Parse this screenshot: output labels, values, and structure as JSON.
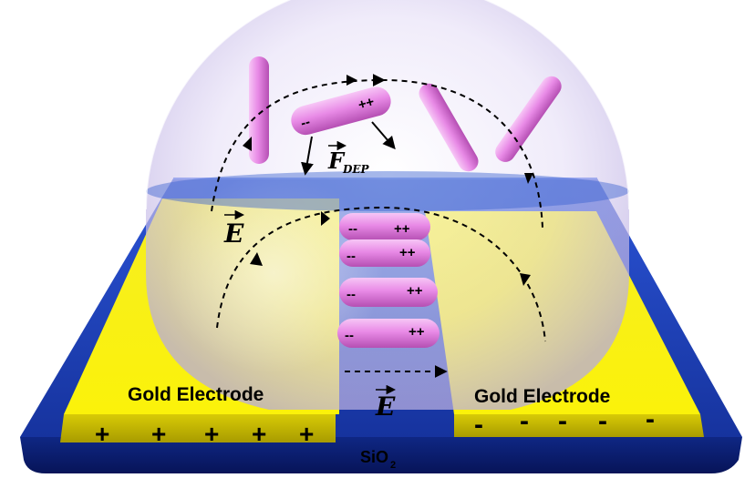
{
  "labels": {
    "left_electrode": "Gold Electrode",
    "right_electrode": "Gold Electrode",
    "substrate": "SiO",
    "substrate_subscript": "2",
    "force_symbol": "F",
    "force_subscript": "DEP",
    "field_upper": "E",
    "field_gap": "E"
  },
  "charges": {
    "positive_sign": "+",
    "negative_sign": "-",
    "rod_positive": "++",
    "rod_negative": "--"
  },
  "colors": {
    "substrate": "#1d3fb4",
    "electrode": "#fbf20a",
    "nanorod": "#e88ae6",
    "droplet": "#d6cdf0"
  }
}
